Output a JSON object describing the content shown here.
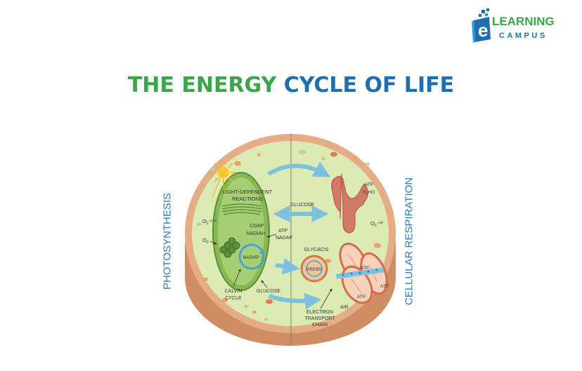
{
  "logo": {
    "top_word": "LEARNING",
    "bottom_word": "CAMPUS",
    "letter": "e"
  },
  "title": {
    "part1": "THE ENERGY",
    "part2": "CYCLE OF LIFE"
  },
  "side_labels": {
    "left": "PHOTOSYNTHESIS",
    "right": "CELLULAR RESPIRATION"
  },
  "labels": {
    "light_dependent_1": "LIGHT-DEPENDENT",
    "light_dependent_2": "REACTIONS",
    "o2_gas": "O",
    "o2_gas_sub": "2",
    "o2_gas_sup": "GAS",
    "o2": "O",
    "o2_sub": "2",
    "coap": "COAP",
    "nadiah": "NADIAH",
    "atp_1": "ATP",
    "nadap": "NADAP",
    "nadhp": "NADHP",
    "calvin_1": "CALVIN",
    "calvin_2": "CYCLE",
    "glucose_left": "GLUCOSE",
    "glucose_center": "GLUCOSE",
    "atp_top": "ATP",
    "h2o": "H",
    "h2o_sub": "2",
    "h2o_end": "HO",
    "o2_air": "O",
    "o2_air_sub": "2",
    "o2_air_sup": "AIR",
    "glycacis": "GLYCACIS",
    "krebs": "KREBS",
    "atp_m1": "ATP",
    "atp_m2": "ATP",
    "atp_m3": "ATP",
    "air": "AIR",
    "etc_1": "ELECTRON",
    "etc_2": "TRANSPORT",
    "etc_3": "CHAIN"
  },
  "colors": {
    "title_green": "#3aa64a",
    "title_blue": "#1f6fb0",
    "cell_wall": "#d9a078",
    "cytoplasm": "#dcebb4",
    "chloroplast": "#86b953",
    "mitochondria": "#d86a52",
    "arrow": "#7ec0e0",
    "side_label": "#2a7bb8"
  }
}
